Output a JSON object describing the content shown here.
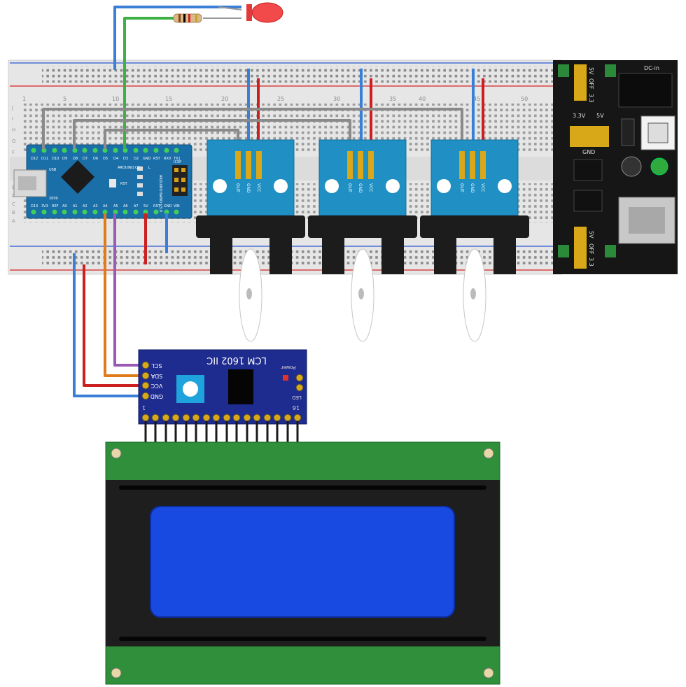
{
  "breadboard": {
    "column_numbers": [
      "1",
      "5",
      "10",
      "15",
      "20",
      "25",
      "30",
      "35",
      "40",
      "45",
      "50"
    ],
    "row_letters_top": [
      "J",
      "I",
      "H",
      "G",
      "F"
    ],
    "row_letters_bottom": [
      "E",
      "D",
      "C",
      "B",
      "A"
    ]
  },
  "arduino": {
    "brand": "ARDUINO.CC",
    "model": "ARDUINO\nNANO\nV3.0",
    "icsp": "ICSP",
    "usb": "USB",
    "top_pins": [
      "D12",
      "D11",
      "D10",
      "D9",
      "D8",
      "D7",
      "D6",
      "D5",
      "D4",
      "D3",
      "D2",
      "GND",
      "RST",
      "RX0",
      "TX1"
    ],
    "bottom_pins": [
      "D13",
      "3V3",
      "REF",
      "A0",
      "A1",
      "A2",
      "A3",
      "A4",
      "A5",
      "A6",
      "A7",
      "5V",
      "RST",
      "GND",
      "VIN"
    ],
    "rst_label": "RST",
    "l_label": "L",
    "year": "2009"
  },
  "sensors": [
    {
      "pins": [
        "OUT",
        "GND",
        "VCC"
      ]
    },
    {
      "pins": [
        "OUT",
        "GND",
        "VCC"
      ]
    },
    {
      "pins": [
        "OUT",
        "GND",
        "VCC"
      ]
    }
  ],
  "power_module": {
    "dc_in": "DC-in",
    "top_switch": [
      "5V",
      "OFF",
      "3.3"
    ],
    "bottom_switch": [
      "5V",
      "OFF",
      "3.3"
    ],
    "voltage_labels": [
      "3.3V",
      "5V"
    ],
    "gnd": "GND"
  },
  "i2c_board": {
    "title": "LCM 1602 IIC",
    "power_label": "Power",
    "led_label": "LED",
    "pins": [
      "SCL",
      "SDA",
      "VCC",
      "GND"
    ],
    "pin_start": "1",
    "pin_end": "16"
  },
  "colors": {
    "wire_blue": "#3a7fd5",
    "wire_red": "#cc1f1f",
    "wire_green": "#3cb043",
    "wire_gray": "#8a8a8a",
    "wire_orange": "#e07b1a",
    "wire_purple": "#9b59b6",
    "nano_blue": "#1a6fa8",
    "sensor_blue": "#1f8fc4",
    "lcd_green": "#2f8f3a",
    "lcd_screen": "#1849e0",
    "i2c_board": "#1e2b8f"
  }
}
